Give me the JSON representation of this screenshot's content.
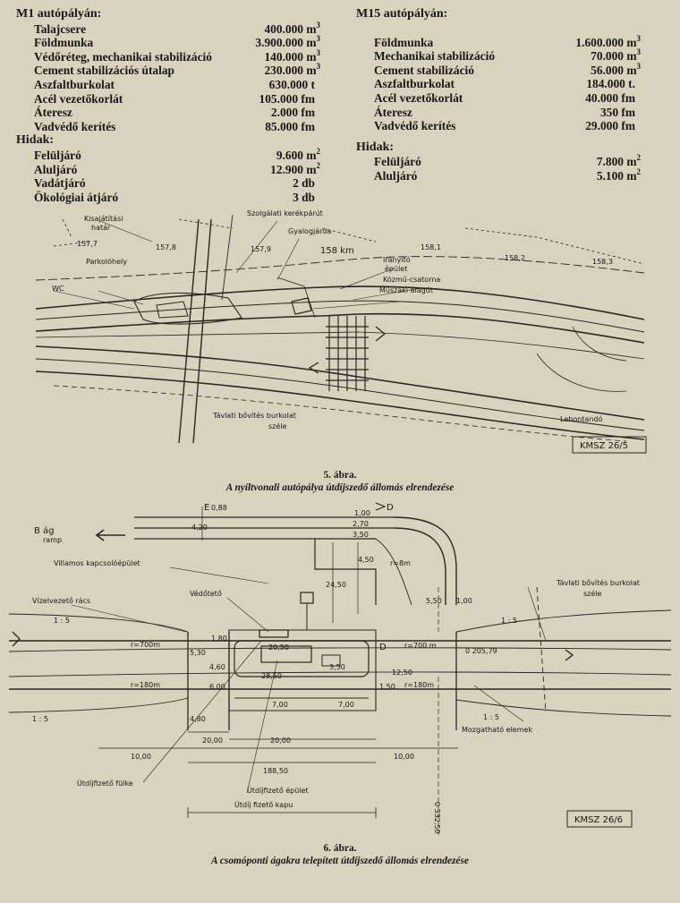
{
  "m1": {
    "heading": "M1 autópályán:",
    "items": [
      {
        "name": "Talajcsere",
        "value": "400.000 m",
        "sup": "3"
      },
      {
        "name": "Földmunka",
        "value": "3.900.000 m",
        "sup": "3"
      },
      {
        "name": "Védőréteg, mechanikai stabilizáció",
        "value": "140.000 m",
        "sup": "3"
      },
      {
        "name": "Cement stabilizációs útalap",
        "value": "230.000 m",
        "sup": "3"
      },
      {
        "name": "Aszfaltburkolat",
        "value": "630.000 t",
        "sup": ""
      },
      {
        "name": "Acél vezetőkorlát",
        "value": "105.000 fm",
        "sup": ""
      },
      {
        "name": "Áteresz",
        "value": "2.000 fm",
        "sup": ""
      },
      {
        "name": "Vadvédő kerítés",
        "value": "85.000 fm",
        "sup": ""
      }
    ],
    "bridges_heading": "Hidak:",
    "bridges": [
      {
        "name": "Felüljáró",
        "value": "9.600 m",
        "sup": "2"
      },
      {
        "name": "Aluljáró",
        "value": "12.900 m",
        "sup": "2"
      },
      {
        "name": "Vadátjáró",
        "value": "2 db",
        "sup": ""
      },
      {
        "name": "Ökológiai átjáró",
        "value": "3 db",
        "sup": ""
      }
    ]
  },
  "m15": {
    "heading": "M15 autópályán:",
    "items": [
      {
        "name": "Földmunka",
        "value": "1.600.000 m",
        "sup": "3"
      },
      {
        "name": "Mechanikai stabilizáció",
        "value": "70.000 m",
        "sup": "3"
      },
      {
        "name": "Cement stabilizáció",
        "value": "56.000 m",
        "sup": "3"
      },
      {
        "name": "Aszfaltburkolat",
        "value": "184.000 t.",
        "sup": ""
      },
      {
        "name": "Acél vezetőkorlát",
        "value": "40.000 fm",
        "sup": ""
      },
      {
        "name": "Áteresz",
        "value": "350 fm",
        "sup": ""
      },
      {
        "name": "Vadvédő kerítés",
        "value": "29.000 fm",
        "sup": ""
      }
    ],
    "bridges_heading": "Hidak:",
    "bridges": [
      {
        "name": "Felüljáró",
        "value": "7.800 m",
        "sup": "2"
      },
      {
        "name": "Aluljáró",
        "value": "5.100 m",
        "sup": "2"
      }
    ]
  },
  "fig5": {
    "number": "5. ábra.",
    "caption": "A nyíltvonali autópálya útdíjszedő állomás elrendezése",
    "labels": {
      "kisajatitasi": "Kisajátítási",
      "hatar": "határ",
      "szolgalati": "Szolgálati kerékpárút",
      "gyalogjarda": "Gyalogjárda",
      "km": "158 km",
      "iranyito1": "Irányító",
      "iranyito2": "épület",
      "kozmu": "Közmű-csatorna",
      "muszaki": "Műszaki alagút",
      "parkolohely": "Parkolóhely",
      "wc": "WC",
      "tavlati1": "Távlati bővítés burkolat",
      "tavlati2": "széle",
      "lebontando": "Lebontandó",
      "st1": "157,7",
      "st2": "157,8",
      "st3": "157,9",
      "st4": "158,1",
      "st5": "158,2",
      "st6": "158,3",
      "code": "KMSZ 26/5"
    }
  },
  "fig6": {
    "number": "6. ábra.",
    "caption": "A csomóponti ágakra telepített útdíjszedő állomás elrendezése",
    "labels": {
      "bag": "B ág",
      "ramp": "ramp",
      "villamos": "Villamos kapcsolóépület",
      "vedoteto": "Védőtető",
      "vizelvezeto": "Vízelvezető rács",
      "tavlati1": "Távlati bővítés burkolat",
      "tavlati2": "széle",
      "mozgathato": "Mozgatható elemek",
      "utdij_fulke": "Útdíjfizető fülke",
      "utdij_epulet": "Útdíjfizető épület",
      "utdij_kapu": "Útdíj fizető kapu",
      "code": "KMSZ 26/6",
      "e": "E",
      "d1": "D",
      "d2": "D",
      "slope1": "1 : 5",
      "slope2": "1 : 5",
      "slope3": "1 : 5",
      "slope4": "1 : 5",
      "r700a": "r=700m",
      "r700b": "r=700 m",
      "r180a": "r=180m",
      "r180b": "r=180m",
      "r8": "r=8m",
      "d_088": "0,88",
      "d_100": "1,00",
      "d_270": "2,70",
      "d_350": "3,50",
      "d_420": "4,20",
      "d_450": "4,50",
      "d_2450": "24,50",
      "d_550": "5,50",
      "d_100b": "1,00",
      "d_180": "1,80",
      "d_530": "5,30",
      "d_460": "4,60",
      "d_600": "6,00",
      "d_480": "4,80",
      "d_2050": "20,50",
      "d_350b": "3,50",
      "d_1250": "12,50",
      "d_150": "1,50",
      "d_2850": "28,50",
      "d_700": "7,00",
      "d_700b": "7,00",
      "d_2000a": "20,00",
      "d_2000b": "20,00",
      "d_1000a": "10,00",
      "d_1000b": "10,00",
      "d_18850": "188,50",
      "d_20579": "0 205,79",
      "d_33250": "0 332,50"
    }
  }
}
